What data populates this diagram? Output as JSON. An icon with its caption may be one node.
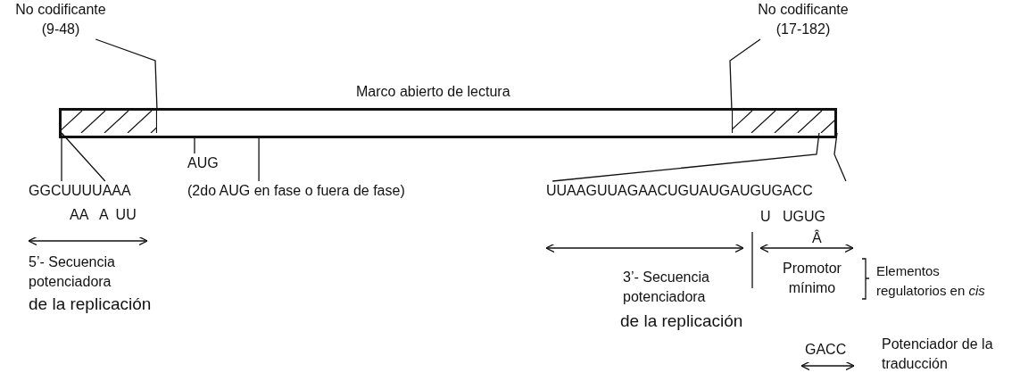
{
  "diagram": {
    "nodes": [
      {
        "text": [
          "Marco abierto de lectura"
        ]
      },
      {
        "text": [],
        "shape": "box",
        "in": 0
      },
      {
        "text": [],
        "shape": "box",
        "in": 0
      },
      {
        "text": [
          "No codificante (9-48)"
        ]
      },
      {
        "text": [
          "No codificante (17-182)"
        ]
      },
      {
        "text": [
          "GGCUUUUAAA"
        ]
      },
      {
        "text": [
          "AUG"
        ]
      },
      {
        "text": [
          "(2do AUG en fase o fuera de fase)"
        ]
      },
      {
        "text": [
          "UUAAGUUAGAACUGUAUGAUGUGACC"
        ]
      }
    ],
    "edges": [
      {
        "from": 3,
        "to": 1,
        "arrow": "none"
      },
      {
        "from": 4,
        "to": 2,
        "arrow": "none"
      },
      {
        "from": 1,
        "to": 5,
        "arrow": "none"
      },
      {
        "from": 1,
        "to": 5,
        "arrow": "none"
      },
      {
        "from": 6,
        "to": 0,
        "arrow": "none"
      },
      {
        "from": 7,
        "to": 0,
        "arrow": "none"
      },
      {
        "from": 2,
        "to": 8,
        "arrow": "none"
      },
      {
        "from": 2,
        "to": 8,
        "arrow": "none"
      }
    ],
    "labels": [
      "AA   A  UU",
      "5’- Secuencia potenciadora",
      "de la replicación",
      "U   UGUG",
      "Â",
      "3’- Secuencia potenciadora",
      "de la replicación",
      "Promotor mínimo",
      "Elementos regulatorios en *cis*",
      "GACC",
      "Potenciador de la traducción"
    ]
  }
}
